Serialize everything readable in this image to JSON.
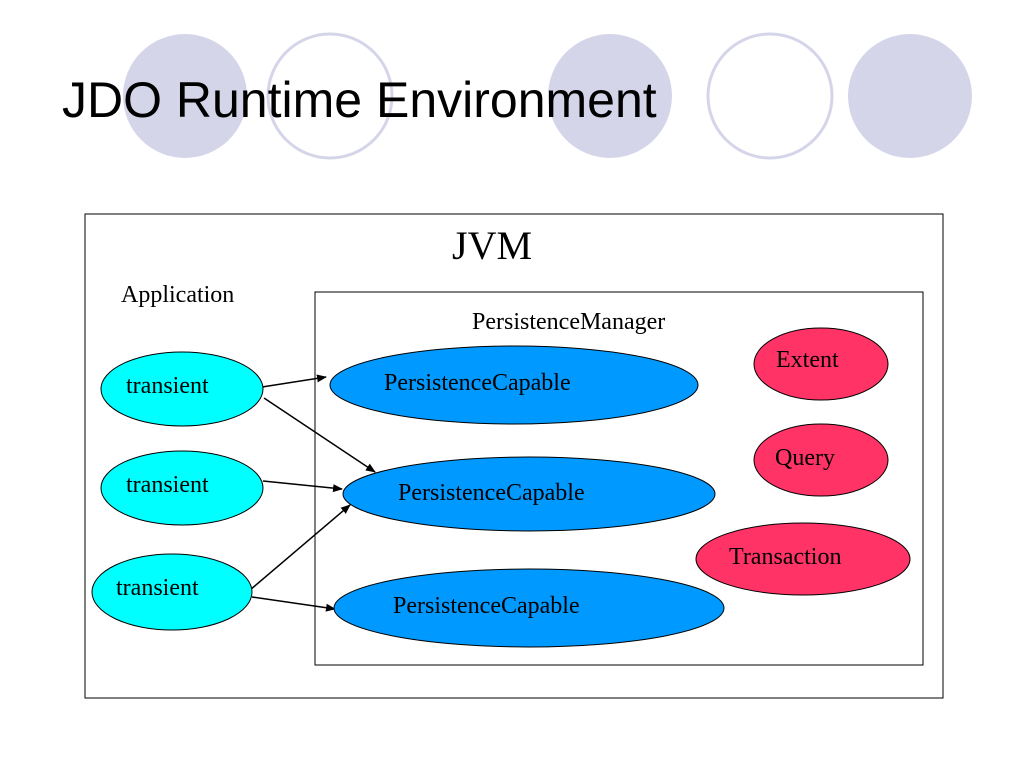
{
  "slide": {
    "title": "JDO Runtime Environment"
  },
  "diagram": {
    "jvm_label": "JVM",
    "application_label": "Application",
    "pm_label": "PersistenceManager",
    "transient_nodes": [
      "transient",
      "transient",
      "transient"
    ],
    "persistence_capable_nodes": [
      "PersistenceCapable",
      "PersistenceCapable",
      "PersistenceCapable"
    ],
    "pm_services": [
      "Extent",
      "Query",
      "Transaction"
    ]
  },
  "colors": {
    "decor_circle_fill": "#d5d5ea",
    "decor_circle_outline": "#d5d5ea",
    "transient_fill": "#00ffff",
    "persistence_capable_fill": "#0099ff",
    "service_fill": "#ff3366"
  }
}
